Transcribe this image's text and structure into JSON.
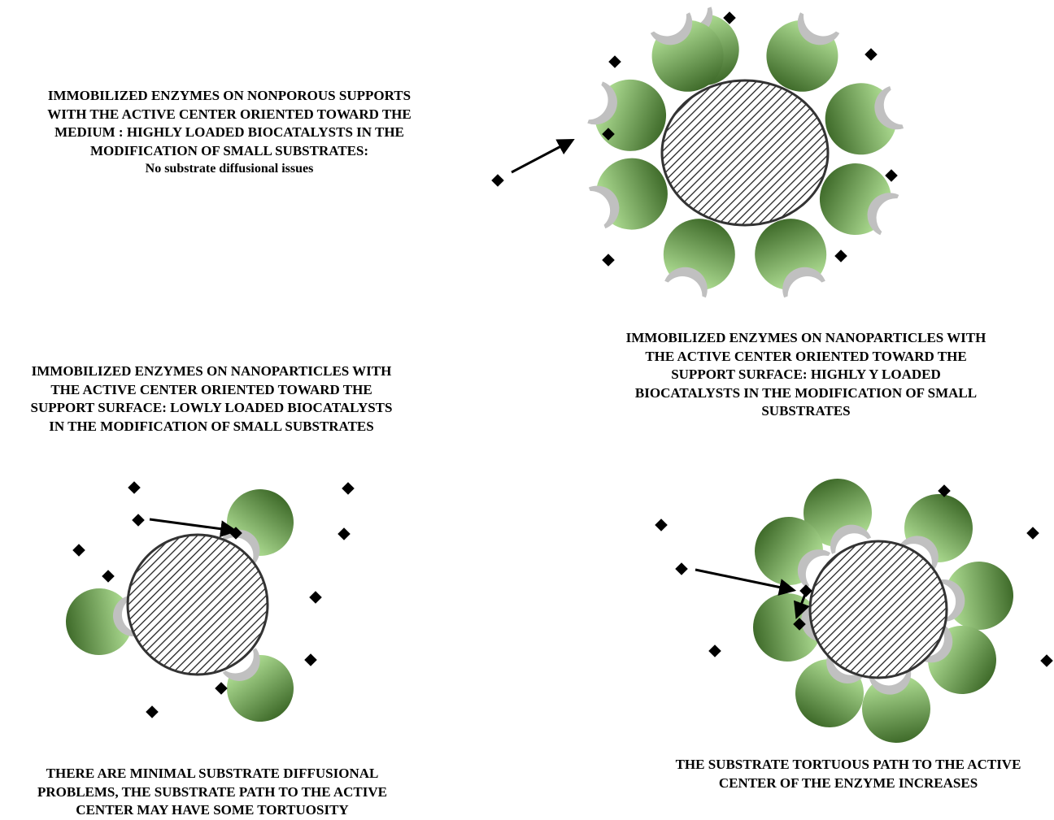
{
  "captions": {
    "nonporous": {
      "lines": [
        "IMMOBILIZED ENZYMES ON NONPOROUS SUPPORTS",
        "WITH THE ACTIVE CENTER ORIENTED TOWARD THE",
        "MEDIUM : HIGHLY LOADED BIOCATALYSTS IN THE",
        "MODIFICATION OF SMALL SUBSTRATES:",
        "No substrate diffusional issues"
      ]
    },
    "nano_high": {
      "lines": [
        "IMMOBILIZED ENZYMES ON NANOPARTICLES WITH",
        "THE ACTIVE CENTER ORIENTED TOWARD THE",
        "SUPPORT SURFACE: HIGHLY Y LOADED",
        "BIOCATALYSTS IN THE MODIFICATION OF SMALL",
        "SUBSTRATES"
      ]
    },
    "nano_low": {
      "lines": [
        "IMMOBILIZED ENZYMES ON NANOPARTICLES WITH",
        "THE ACTIVE CENTER ORIENTED TOWARD THE",
        "SUPPORT SURFACE: LOWLY LOADED BIOCATALYSTS",
        "IN THE MODIFICATION OF SMALL SUBSTRATES"
      ]
    },
    "minimal": {
      "lines": [
        "THERE ARE  MINIMAL SUBSTRATE DIFFUSIONAL",
        "PROBLEMS, THE SUBSTRATE PATH TO THE ACTIVE",
        "CENTER MAY HAVE SOME TORTUOSITY"
      ]
    },
    "tortuous": {
      "lines": [
        "THE SUBSTRATE TORTUOUS PATH TO THE ACTIVE",
        "CENTER OF THE ENZYME INCREASES"
      ]
    }
  },
  "colors": {
    "enzyme_dark": "#3f6b2a",
    "enzyme_light": "#b6e59a",
    "active_site": "#c0c0c0",
    "support_stroke": "#333333",
    "hatch": "#222222",
    "substrate": "#000000"
  }
}
